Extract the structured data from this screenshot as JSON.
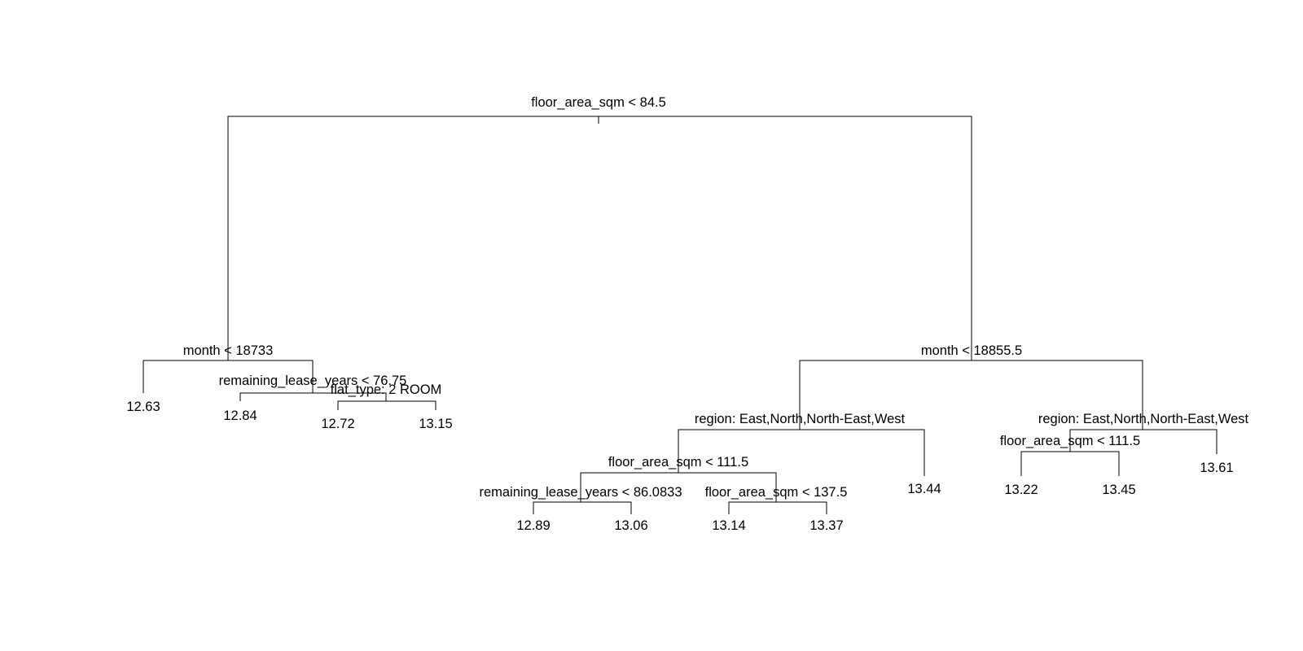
{
  "tree": {
    "splits": [
      {
        "id": "n1",
        "label": "floor_area_sqm < 84.5"
      },
      {
        "id": "n2",
        "label": "month < 18733"
      },
      {
        "id": "n3",
        "label": "month < 18855.5"
      },
      {
        "id": "n5",
        "label": "remaining_lease_years < 76.75"
      },
      {
        "id": "n11",
        "label": "flat_type: 2 ROOM"
      },
      {
        "id": "n6",
        "label": "region: East,North,North-East,West"
      },
      {
        "id": "n7",
        "label": "region: East,North,North-East,West"
      },
      {
        "id": "n12",
        "label": "floor_area_sqm < 111.5"
      },
      {
        "id": "n14",
        "label": "floor_area_sqm < 111.5"
      },
      {
        "id": "n24",
        "label": "remaining_lease_years < 86.0833"
      },
      {
        "id": "n25",
        "label": "floor_area_sqm < 137.5"
      }
    ],
    "leaves": [
      {
        "id": "n4",
        "value": "12.63"
      },
      {
        "id": "n10",
        "value": "12.84"
      },
      {
        "id": "n22",
        "value": "12.72"
      },
      {
        "id": "n23",
        "value": "13.15"
      },
      {
        "id": "n48",
        "value": "12.89"
      },
      {
        "id": "n49",
        "value": "13.06"
      },
      {
        "id": "n50",
        "value": "13.14"
      },
      {
        "id": "n51",
        "value": "13.37"
      },
      {
        "id": "n13",
        "value": "13.44"
      },
      {
        "id": "n28",
        "value": "13.22"
      },
      {
        "id": "n29",
        "value": "13.45"
      },
      {
        "id": "n15",
        "value": "13.61"
      }
    ]
  }
}
